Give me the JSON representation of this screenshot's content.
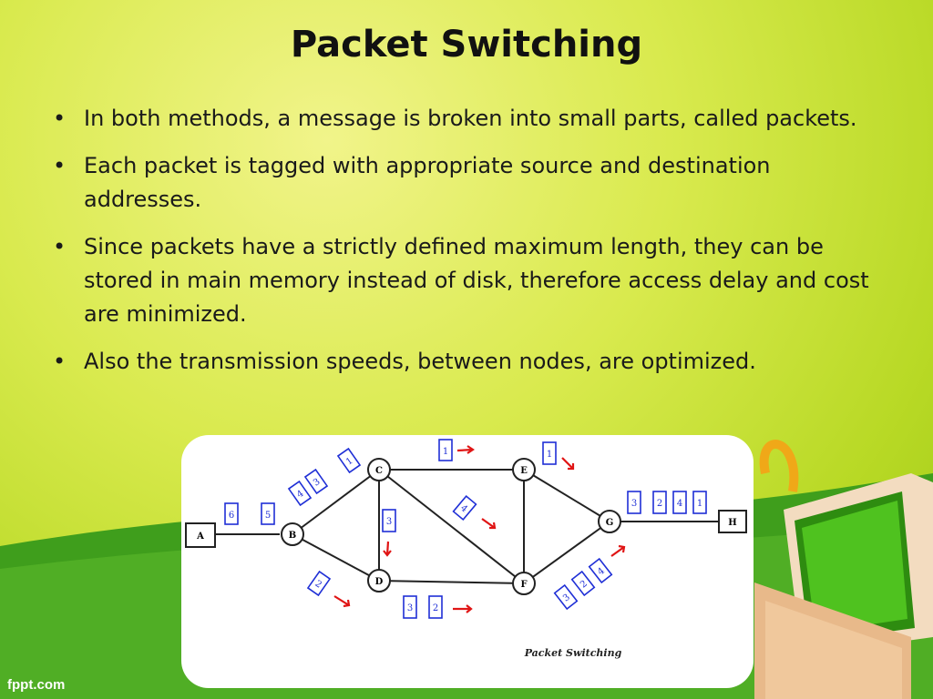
{
  "slide": {
    "title": "Packet Switching",
    "bullets": [
      "In both methods, a message is broken into small parts, called packets.",
      "Each packet is tagged with appropriate source and destination addresses.",
      "Since packets have a strictly defined maximum length, they can be stored in main memory instead of disk, therefore access delay and cost are minimized.",
      "Also the transmission speeds, between nodes, are optimized."
    ],
    "bullet_symbol": "•"
  },
  "diagram": {
    "caption": "Packet Switching",
    "nodes": {
      "A": "A",
      "B": "B",
      "C": "C",
      "D": "D",
      "E": "E",
      "F": "F",
      "G": "G",
      "H": "H"
    },
    "packets": {
      "p6": "6",
      "p5": "5",
      "bc_4": "4",
      "bc_3": "3",
      "bc_1": "1",
      "bd_2": "2",
      "cd_3": "3",
      "ce_1": "1",
      "cf_4": "4",
      "df_3": "3",
      "df_2": "2",
      "eg_1": "1",
      "fg_3": "3",
      "fg_2": "2",
      "fg_4": "4",
      "gh_3": "3",
      "gh_2": "2",
      "gh_4": "4",
      "gh_1": "1"
    }
  },
  "footer": {
    "brand": "fppt.com"
  },
  "colors": {
    "background": "#c8e032",
    "wave_green": "#3f9e1c",
    "packet_blue": "#1f2fd6",
    "arrow_red": "#e01515"
  }
}
